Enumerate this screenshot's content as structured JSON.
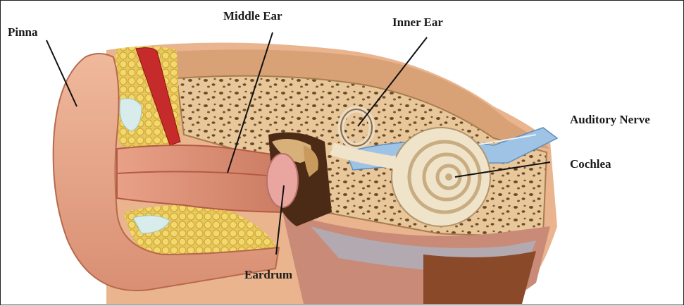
{
  "labels": {
    "pinna": "Pinna",
    "middle_ear": "Middle Ear",
    "inner_ear": "Inner Ear",
    "auditory_nerve": "Auditory Nerve",
    "cochlea": "Cochlea",
    "eardrum": "Eardrum"
  }
}
